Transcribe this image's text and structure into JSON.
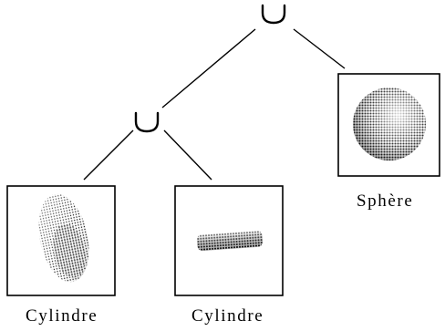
{
  "tree": {
    "root": {
      "operator": "union",
      "symbol_icon": "union-icon"
    },
    "inner": {
      "operator": "union",
      "symbol_icon": "union-icon"
    },
    "leaves": [
      {
        "id": "cylinder-vertical",
        "label": "Cylindre",
        "shape": "cylinder",
        "orientation": "vertical"
      },
      {
        "id": "cylinder-horizontal",
        "label": "Cylindre",
        "shape": "cylinder",
        "orientation": "horizontal"
      },
      {
        "id": "sphere",
        "label": "Sphère",
        "shape": "sphere"
      }
    ]
  },
  "colors": {
    "ink": "#000000",
    "background": "#ffffff"
  }
}
